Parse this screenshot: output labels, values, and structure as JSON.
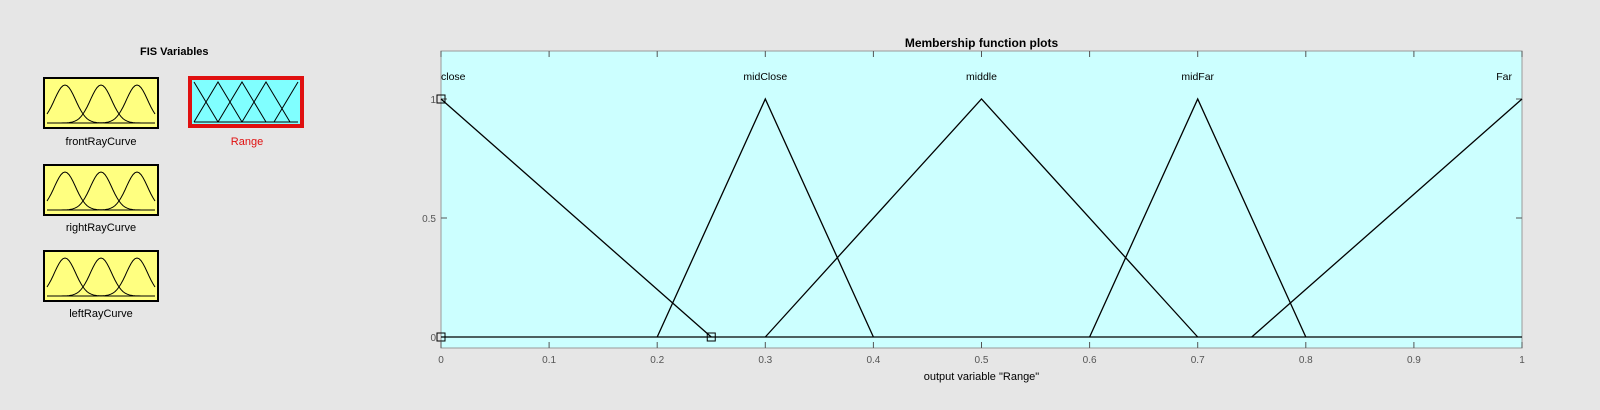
{
  "fis_panel": {
    "title": "FIS Variables",
    "variables": [
      {
        "name": "frontRayCurve",
        "type": "input",
        "selected": false
      },
      {
        "name": "Range",
        "type": "output",
        "selected": true
      },
      {
        "name": "rightRayCurve",
        "type": "input",
        "selected": false
      },
      {
        "name": "leftRayCurve",
        "type": "input",
        "selected": false
      }
    ]
  },
  "colors": {
    "input_fill": "#ffff80",
    "output_fill": "#80ffff",
    "plot_bg": "#ccffff",
    "selected_border": "#e01010"
  },
  "plot": {
    "title": "Membership function plots",
    "xlabel": "output variable \"Range\"",
    "xlim": [
      0,
      1
    ],
    "ylim": [
      0,
      1
    ],
    "xticks": [
      "0",
      "0.1",
      "0.2",
      "0.3",
      "0.4",
      "0.5",
      "0.6",
      "0.7",
      "0.8",
      "0.9",
      "1"
    ],
    "yticks": [
      "0",
      "0.5",
      "1"
    ],
    "membership_functions": [
      {
        "name": "close",
        "type": "trimf",
        "params": [
          0,
          0,
          0.25
        ]
      },
      {
        "name": "midClose",
        "type": "trimf",
        "params": [
          0.2,
          0.3,
          0.4
        ]
      },
      {
        "name": "middle",
        "type": "trimf",
        "params": [
          0.3,
          0.5,
          0.7
        ]
      },
      {
        "name": "midFar",
        "type": "trimf",
        "params": [
          0.6,
          0.7,
          0.8
        ]
      },
      {
        "name": "Far",
        "type": "trimf",
        "params": [
          0.75,
          1,
          1
        ]
      }
    ]
  }
}
